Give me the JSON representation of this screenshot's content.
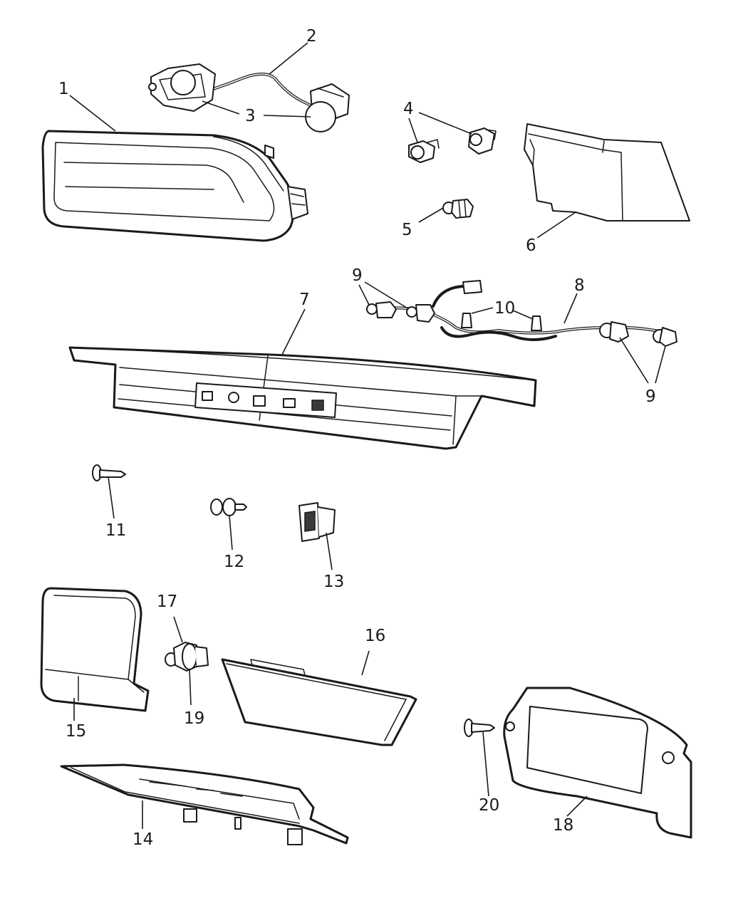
{
  "diagram": {
    "callouts": {
      "c1": "1",
      "c2": "2",
      "c3": "3",
      "c4": "4",
      "c5": "5",
      "c6": "6",
      "c7": "7",
      "c8": "8",
      "c9a": "9",
      "c9b": "9",
      "c10": "10",
      "c11": "11",
      "c12": "12",
      "c13": "13",
      "c14": "14",
      "c15": "15",
      "c16": "16",
      "c17": "17",
      "c18": "18",
      "c19": "19",
      "c20": "20"
    }
  }
}
